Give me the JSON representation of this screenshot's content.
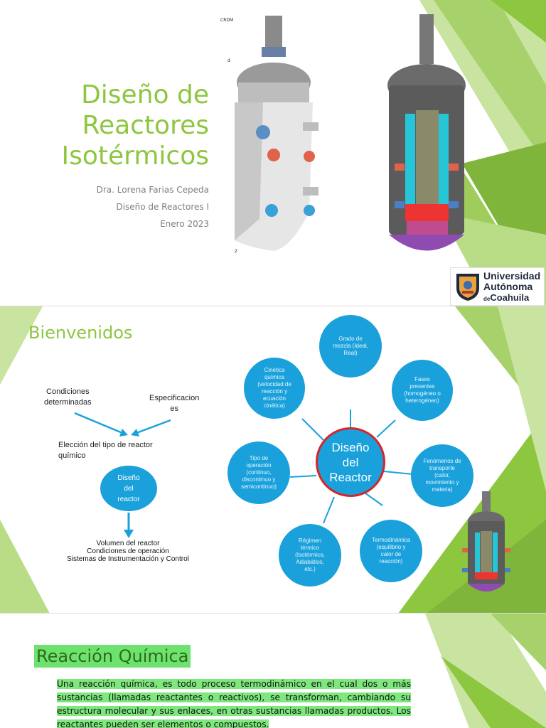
{
  "slide1": {
    "title_lines": [
      "Diseño de",
      "Reactores",
      "Isotérmicos"
    ],
    "author": "Dra. Lorena Farias Cepeda",
    "course": "Diseño de Reactores I",
    "date": "Enero 2023",
    "figure_labels": {
      "crdm": "CRDM",
      "d": "d",
      "two": "2"
    },
    "logo": {
      "line1": "Universidad",
      "line2": "Autónoma",
      "line3_prefix": "de",
      "line3": "Coahuila"
    }
  },
  "slide2": {
    "title": "Bienvenidos",
    "flow": {
      "input_left": [
        "Condiciones",
        "determinadas"
      ],
      "input_right": [
        "Especificacion",
        "es"
      ],
      "choice": [
        "Elección del tipo de reactor",
        "químico"
      ],
      "disc_label": [
        "Diseño",
        "del",
        "reactor"
      ],
      "outputs": [
        "Volumen del reactor",
        "Condiciones de operación",
        "Sistemas de Instrumentación y Control"
      ]
    },
    "mindmap": {
      "center": [
        "Diseño",
        "del",
        "Reactor"
      ],
      "nodes": [
        {
          "lines": [
            "Grado de",
            "mezcla (Ideal,",
            "Real)"
          ]
        },
        {
          "lines": [
            "Fases",
            "presentes",
            "(homogéneo o",
            "heterogéneo)"
          ]
        },
        {
          "lines": [
            "Fenómenos de",
            "transporte",
            "(calor,",
            "movimiento y",
            "materia)"
          ]
        },
        {
          "lines": [
            "Termodinámica",
            "(equilibrio y",
            "calor de",
            "reacción)"
          ]
        },
        {
          "lines": [
            "Régimen",
            "térmico",
            "(Isotérmico,",
            "Adiabático,",
            "etc.)"
          ]
        },
        {
          "lines": [
            "Tipo de",
            "operación",
            "(continuo,",
            "discontinuo y",
            "semicontinuo)"
          ]
        },
        {
          "lines": [
            "Cinética",
            "química",
            "(velocidad de",
            "reacción y",
            "ecuación",
            "cinética)"
          ]
        }
      ]
    }
  },
  "slide3": {
    "title": "Reacción Química",
    "paragraph": "Una reacción química, es todo proceso termodinámico en el cual dos o más sustancias (llamadas reactantes o reactivos), se transforman, cambiando su estructura molecular y sus enlaces, en otras sustancias llamadas productos. Los reactantes pueden ser elementos o compuestos."
  },
  "colors": {
    "accent_green": "#8dc63f",
    "node_blue": "#1aa1db",
    "center_border": "#d8232a",
    "highlight": "#7ee87e"
  }
}
